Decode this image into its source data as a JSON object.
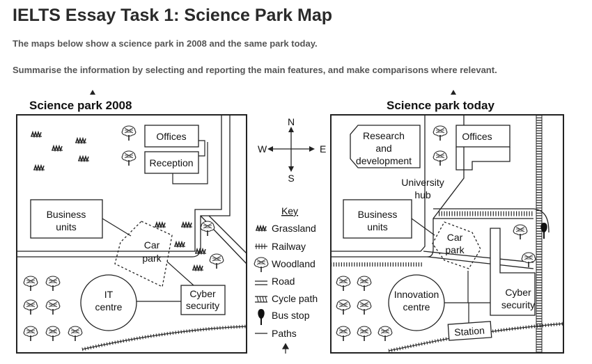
{
  "page": {
    "title": "IELTS Essay Task 1: Science Park Map",
    "line1": "The maps below show a science park in 2008 and the same park today.",
    "line2": "Summarise the information by selecting and reporting the main features, and make comparisons where relevant."
  },
  "map2008": {
    "heading": "Science park  2008",
    "offices": "Offices",
    "reception": "Reception",
    "business_1": "Business",
    "business_2": "units",
    "car_1": "Car",
    "car_2": "park",
    "it_1": "IT",
    "it_2": "centre",
    "cyber_1": "Cyber",
    "cyber_2": "security"
  },
  "mapToday": {
    "heading": "Science park today",
    "rd_1": "Research",
    "rd_2": "and",
    "rd_3": "development",
    "offices": "Offices",
    "hub_1": "University",
    "hub_2": "hub",
    "business_1": "Business",
    "business_2": "units",
    "car_1": "Car",
    "car_2": "park",
    "innov_1": "Innovation",
    "innov_2": "centre",
    "cyber_1": "Cyber",
    "cyber_2": "security",
    "station": "Station"
  },
  "compass": {
    "n": "N",
    "s": "S",
    "e": "E",
    "w": "W"
  },
  "key": {
    "heading": "Key",
    "grassland": "Grassland",
    "railway": "Railway",
    "woodland": "Woodland",
    "road": "Road",
    "cycle": "Cycle path",
    "bus": "Bus stop",
    "paths": "Paths"
  }
}
